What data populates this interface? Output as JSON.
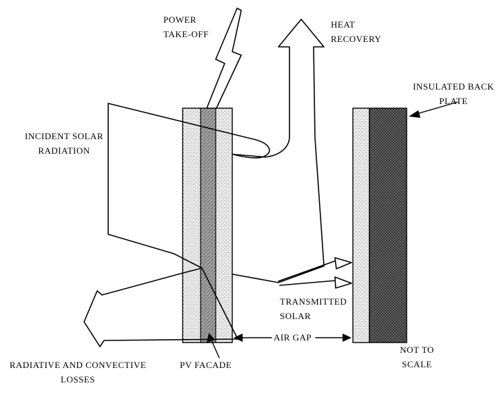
{
  "labels": {
    "power_takeoff": [
      "POWER",
      "TAKE-OFF"
    ],
    "heat_recovery": [
      "HEAT",
      "RECOVERY"
    ],
    "insulated_back_plate": [
      "INSULATED BACK",
      "PLATE"
    ],
    "incident_solar": [
      "INCIDENT SOLAR",
      "RADIATION"
    ],
    "transmitted_solar": [
      "TRANSMITTED",
      "SOLAR"
    ],
    "air_gap": "AIR GAP",
    "pv_facade": "PV FACADE",
    "not_to_scale": [
      "NOT TO",
      "SCALE"
    ],
    "radiative_losses": [
      "RADIATIVE AND CONVECTIVE",
      "LOSSES"
    ]
  },
  "colors": {
    "background": "#ffffff",
    "line": "#000000",
    "glass_stipple": "#ececec",
    "pv_layer": "#a8a8a8",
    "insulation_dark": "#3a3a3a"
  }
}
